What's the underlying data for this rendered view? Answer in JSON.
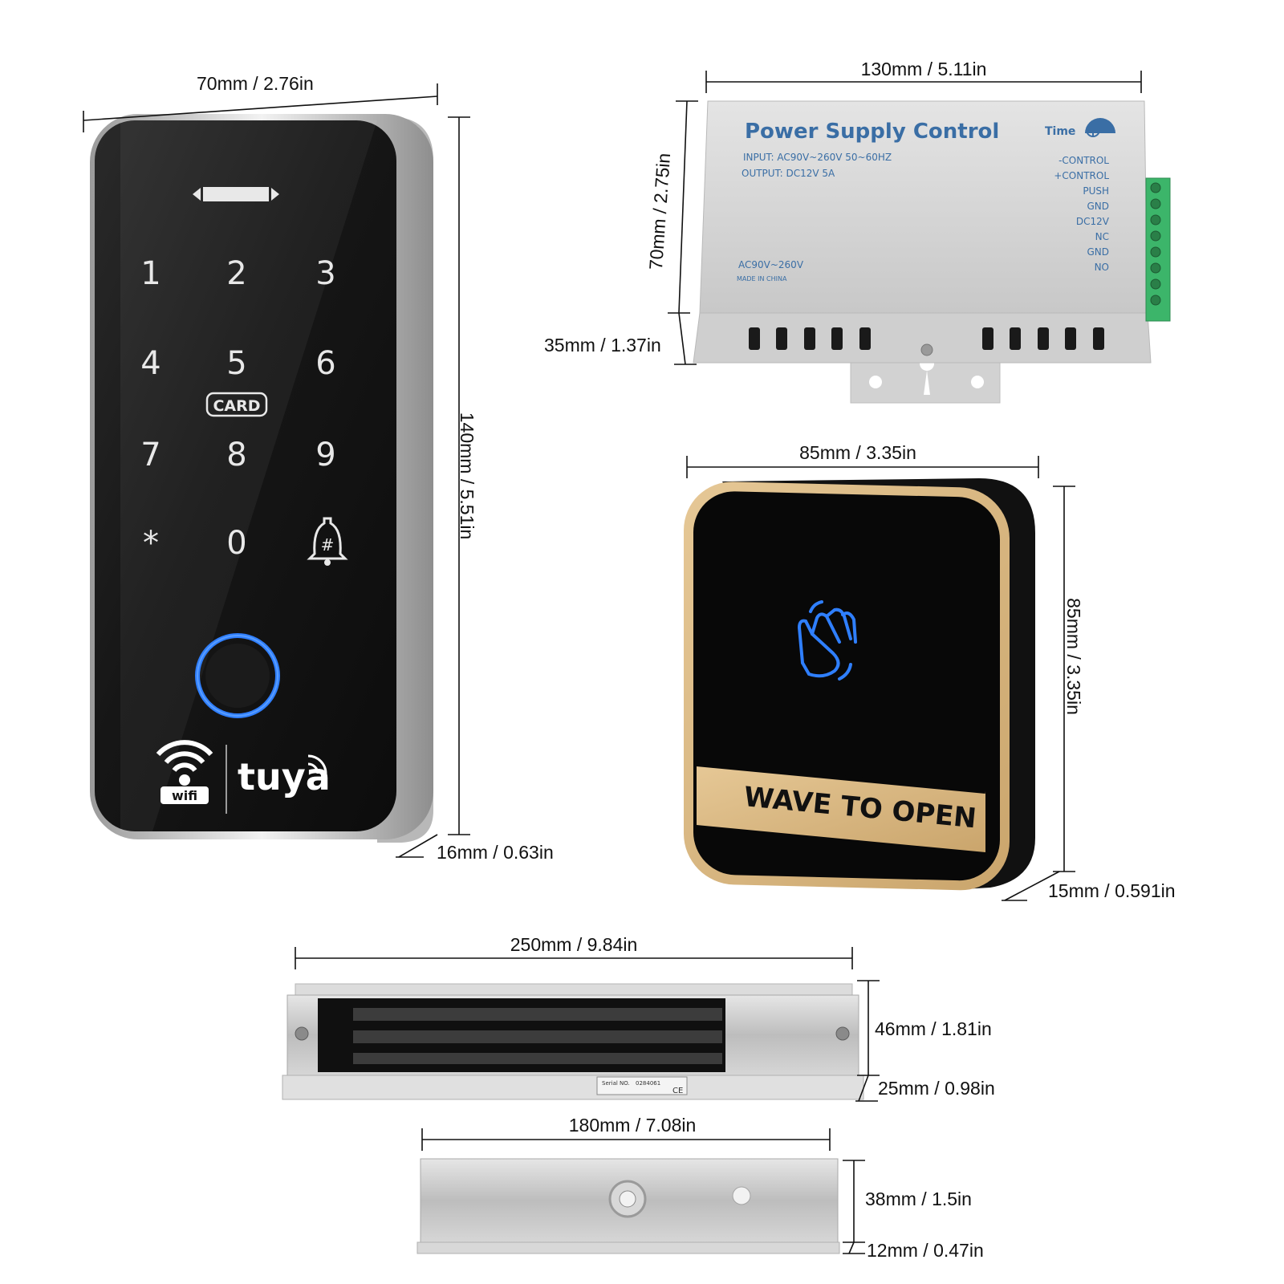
{
  "dimensions": {
    "keypad_width": "70mm / 2.76in",
    "keypad_height": "140mm / 5.51in",
    "keypad_depth": "16mm / 0.63in",
    "psu_width": "130mm / 5.11in",
    "psu_height": "70mm / 2.75in",
    "psu_depth": "35mm / 1.37in",
    "exit_width": "85mm / 3.35in",
    "exit_height": "85mm / 3.35in",
    "exit_depth": "15mm / 0.591in",
    "maglock_width": "250mm / 9.84in",
    "maglock_height": "46mm / 1.81in",
    "maglock_depth": "25mm / 0.98in",
    "armature_width": "180mm / 7.08in",
    "armature_height": "38mm / 1.5in",
    "armature_depth": "12mm / 0.47in"
  },
  "keypad": {
    "keys": [
      "1",
      "2",
      "3",
      "4",
      "5",
      "6",
      "7",
      "8",
      "9",
      "*",
      "0"
    ],
    "card_label": "CARD",
    "wifi_label": "wifi",
    "brand": "tuya",
    "icons": [
      "card-reader-icon",
      "bell-icon",
      "fingerprint-sensor-icon",
      "wifi-icon"
    ]
  },
  "psu": {
    "title": "Power Supply Control",
    "input": "INPUT:   AC90V~260V 50~60HZ",
    "output": "OUTPUT:  DC12V  5A",
    "ac_label": "AC90V~260V",
    "made_in": "MADE IN CHINA",
    "time_label": "Time",
    "terminals": [
      "-CONTROL",
      "+CONTROL",
      "PUSH",
      "GND",
      "DC12V",
      "NC",
      "GND",
      "NO"
    ]
  },
  "exit_button": {
    "label": "WAVE TO OPEN",
    "icon": "hand-wave-icon"
  },
  "maglock": {
    "serial_label": "Serial NO.",
    "serial_number": "0284061",
    "ce_mark": "CE"
  },
  "colors": {
    "keypad_face": "#141414",
    "chrome": "#c9c9c9",
    "psu_body": "#d8d8d8",
    "psu_text": "#3a6ea5",
    "exit_gold": "#d8b782",
    "led_blue": "#2f7fff",
    "terminal_green": "#3cb56a",
    "aluminum": "#cfcfcf"
  }
}
